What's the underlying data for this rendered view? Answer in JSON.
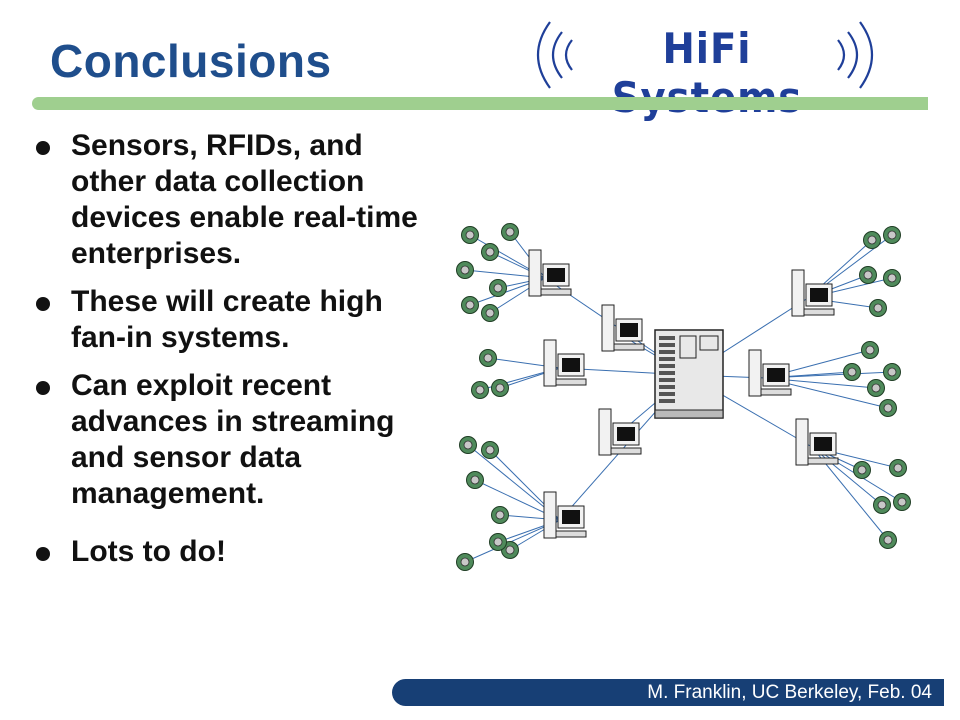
{
  "slide": {
    "title": "Conclusions",
    "logo_text": "HiFi Systems",
    "bullets": [
      "Sensors, RFIDs, and other data collection devices enable real-time enterprises.",
      "These will create high fan-in systems.",
      "Can exploit recent advances in streaming and sensor data management.",
      "Lots to do!"
    ],
    "footer": "M. Franklin, UC Berkeley, Feb. 04"
  },
  "colors": {
    "title": "#1f4e8c",
    "accent_bar": "#9fcf8f",
    "footer_bar": "#173f75",
    "logo": "#1f3f99"
  }
}
